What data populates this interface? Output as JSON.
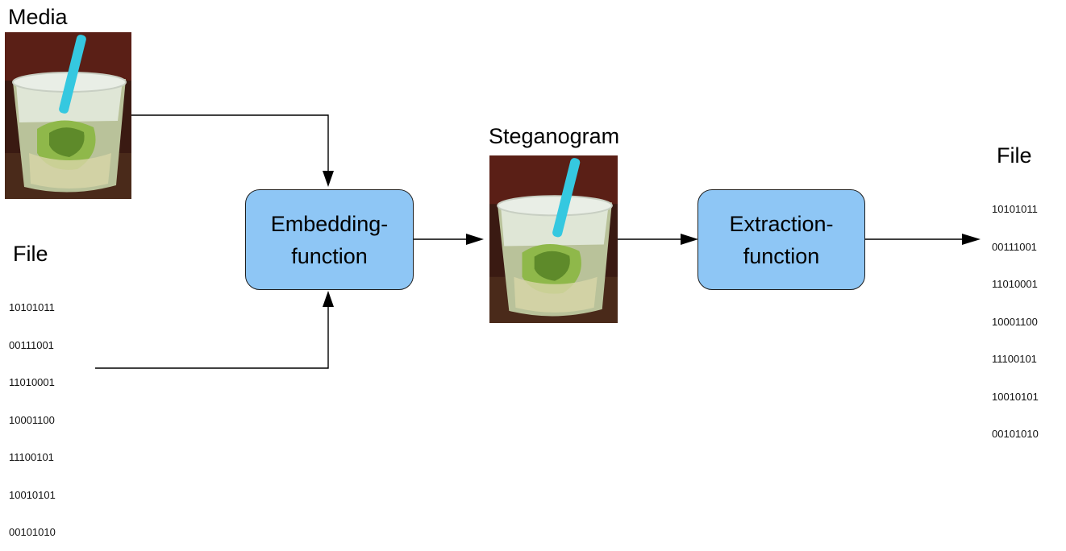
{
  "media": {
    "label": "Media"
  },
  "input_file": {
    "label": "File",
    "bits": [
      "10101011",
      "00111001",
      "11010001",
      "10001100",
      "11100101",
      "10010101",
      "00101010"
    ]
  },
  "embedding": {
    "line1": "Embedding-",
    "line2": "function"
  },
  "steganogram": {
    "label": "Steganogram"
  },
  "extraction": {
    "line1": "Extraction-",
    "line2": "function"
  },
  "output_file": {
    "label": "File",
    "bits": [
      "10101011",
      "00111001",
      "11010001",
      "10001100",
      "11100101",
      "10010101",
      "00101010"
    ]
  },
  "colors": {
    "process_fill": "#8ec6f5",
    "arrow": "#000000"
  }
}
